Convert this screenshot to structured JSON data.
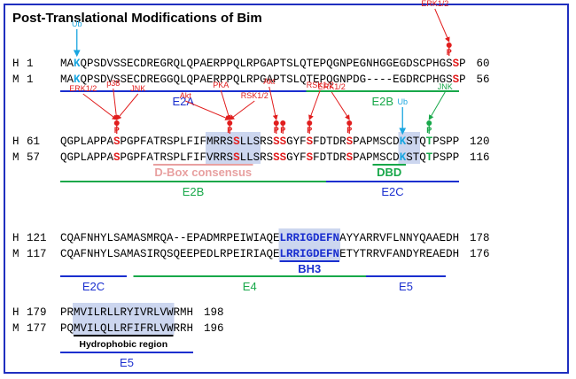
{
  "title": "Post-Translational Modifications of Bim",
  "colors": {
    "red": "#e11d1d",
    "cyan": "#1aa6e0",
    "green": "#18a84a",
    "blue": "#1a2fcf",
    "dbox_fill": "#b6c4e8",
    "dbox_line": "#e8a0a0",
    "frame": "#1f2fbf"
  },
  "blocks": [
    {
      "human": {
        "label": "H",
        "start": "1",
        "end": "60",
        "segments": [
          {
            "t": "MA",
            "c": ""
          },
          {
            "t": "K",
            "c": "cyan"
          },
          {
            "t": "QPSDVSSECDREGRQLQPAERPPQLRPGAPTSLQTEPQGNPEGNHGGEGDSCPHGS",
            "c": ""
          },
          {
            "t": "S",
            "c": "red"
          },
          {
            "t": "P",
            "c": ""
          }
        ]
      },
      "mouse": {
        "label": "M",
        "start": "1",
        "end": "56",
        "segments": [
          {
            "t": "MA",
            "c": ""
          },
          {
            "t": "K",
            "c": "cyan"
          },
          {
            "t": "QPSDVSSECDREGGQLQPAERPPQLRPGAPTSLQTEPQGNPDG----EGDRCPHGS",
            "c": ""
          },
          {
            "t": "S",
            "c": "red"
          },
          {
            "t": "P",
            "c": ""
          }
        ]
      }
    },
    {
      "human": {
        "label": "H",
        "start": "61",
        "end": "120",
        "segments": [
          {
            "t": "QGPLAPPA",
            "c": ""
          },
          {
            "t": "S",
            "c": "red"
          },
          {
            "t": "PGPFATRSPLFIFMRRS",
            "c": ""
          },
          {
            "t": "S",
            "c": "red"
          },
          {
            "t": "LLSRS",
            "c": ""
          },
          {
            "t": "SS",
            "c": "red"
          },
          {
            "t": "GYF",
            "c": ""
          },
          {
            "t": "S",
            "c": "red"
          },
          {
            "t": "FDTDR",
            "c": ""
          },
          {
            "t": "S",
            "c": "red"
          },
          {
            "t": "PAPMSCD",
            "c": ""
          },
          {
            "t": "K",
            "c": "cyan"
          },
          {
            "t": "STQ",
            "c": ""
          },
          {
            "t": "T",
            "c": "green"
          },
          {
            "t": "PSPP",
            "c": ""
          }
        ]
      },
      "mouse": {
        "label": "M",
        "start": "57",
        "end": "116",
        "segments": [
          {
            "t": "QGPLAPPA",
            "c": ""
          },
          {
            "t": "S",
            "c": "red"
          },
          {
            "t": "PGPFATRSPLFIFVRRS",
            "c": ""
          },
          {
            "t": "S",
            "c": "red"
          },
          {
            "t": "LLSRS",
            "c": ""
          },
          {
            "t": "SS",
            "c": "red"
          },
          {
            "t": "GYF",
            "c": ""
          },
          {
            "t": "S",
            "c": "red"
          },
          {
            "t": "FDTDR",
            "c": ""
          },
          {
            "t": "S",
            "c": "red"
          },
          {
            "t": "PAPMSCD",
            "c": ""
          },
          {
            "t": "K",
            "c": "cyan"
          },
          {
            "t": "STQ",
            "c": ""
          },
          {
            "t": "T",
            "c": "green"
          },
          {
            "t": "PSPP",
            "c": ""
          }
        ]
      }
    },
    {
      "human": {
        "label": "H",
        "start": "121",
        "end": "178",
        "segments": [
          {
            "t": "CQAFNHYLSAMASMRQA--EPADMRPEIWIAQE",
            "c": ""
          },
          {
            "t": "LRRIGDEFN",
            "c": "blue"
          },
          {
            "t": "AYYARRVFLNNYQAAEDH",
            "c": ""
          }
        ]
      },
      "mouse": {
        "label": "M",
        "start": "117",
        "end": "176",
        "segments": [
          {
            "t": "CQAFNHYLSAMASIRQSQEEPEDLRPEIRIAQE",
            "c": ""
          },
          {
            "t": "LRRIGDEFN",
            "c": "blue"
          },
          {
            "t": "ETYTRRVFANDYREAEDH",
            "c": ""
          }
        ]
      }
    },
    {
      "human": {
        "label": "H",
        "start": "179",
        "end": "198",
        "segments": [
          {
            "t": "PRMVILRLLRYIVRLVWRMH",
            "c": ""
          }
        ]
      },
      "mouse": {
        "label": "M",
        "start": "177",
        "end": "196",
        "segments": [
          {
            "t": "PQMVILQLLRFIFRLVWRRH",
            "c": ""
          }
        ]
      }
    }
  ],
  "regions": [
    {
      "block": 0,
      "from": 0,
      "to": 37,
      "label": "E2A",
      "color": "blue"
    },
    {
      "block": 0,
      "from": 37,
      "to": 60,
      "label": "E2B",
      "color": "green"
    },
    {
      "block": 1,
      "from": 0,
      "to": 40,
      "label": "E2B",
      "color": "green"
    },
    {
      "block": 1,
      "from": 40,
      "to": 60,
      "label": "E2C",
      "color": "blue"
    },
    {
      "block": 2,
      "from": 0,
      "to": 10,
      "label": "E2C",
      "color": "blue"
    },
    {
      "block": 2,
      "from": 11,
      "to": 46,
      "label": "E4",
      "color": "green"
    },
    {
      "block": 2,
      "from": 46,
      "to": 58,
      "label": "E5",
      "color": "blue"
    },
    {
      "block": 3,
      "from": 0,
      "to": 20,
      "label": "E5",
      "color": "blue"
    }
  ],
  "motifs": [
    {
      "block": 1,
      "from": 14,
      "to": 29,
      "label": "D-Box consensus",
      "color": "dbox_line"
    },
    {
      "block": 1,
      "from": 47,
      "to": 52,
      "label": "DBD",
      "color": "green"
    },
    {
      "block": 2,
      "from": 33,
      "to": 42,
      "label": "BH3",
      "color": "blue"
    },
    {
      "block": 3,
      "from": 2,
      "to": 17,
      "label": "Hydrophobic region",
      "color": "black"
    }
  ],
  "modifications": [
    {
      "block": 0,
      "pos": 2,
      "type": "ub",
      "letter": "",
      "kinases": [
        "Ub"
      ]
    },
    {
      "block": 0,
      "pos": 58,
      "type": "p",
      "letter": "P",
      "kinases": [
        "ERK1/2"
      ]
    },
    {
      "block": 1,
      "pos": 8,
      "type": "p",
      "letter": "P",
      "kinases": [
        "ERK1/2",
        "p38",
        "JNK"
      ]
    },
    {
      "block": 1,
      "pos": 25,
      "type": "p",
      "letter": "P",
      "kinases": [
        "Akt",
        "PKA",
        "RSK1/2"
      ]
    },
    {
      "block": 1,
      "pos": 32,
      "type": "p",
      "letter": "P",
      "kinases": [
        "Akt"
      ]
    },
    {
      "block": 1,
      "pos": 33,
      "type": "p",
      "letter": "P",
      "kinases": []
    },
    {
      "block": 1,
      "pos": 37,
      "type": "p",
      "letter": "P",
      "kinases": [
        "RSK1/2"
      ]
    },
    {
      "block": 1,
      "pos": 43,
      "type": "p",
      "letter": "P",
      "kinases": [
        "ERK1/2"
      ]
    },
    {
      "block": 1,
      "pos": 51,
      "type": "ub",
      "letter": "",
      "kinases": [
        "Ub"
      ]
    },
    {
      "block": 1,
      "pos": 55,
      "type": "pg",
      "letter": "P",
      "kinases": [
        "JNK"
      ]
    }
  ]
}
